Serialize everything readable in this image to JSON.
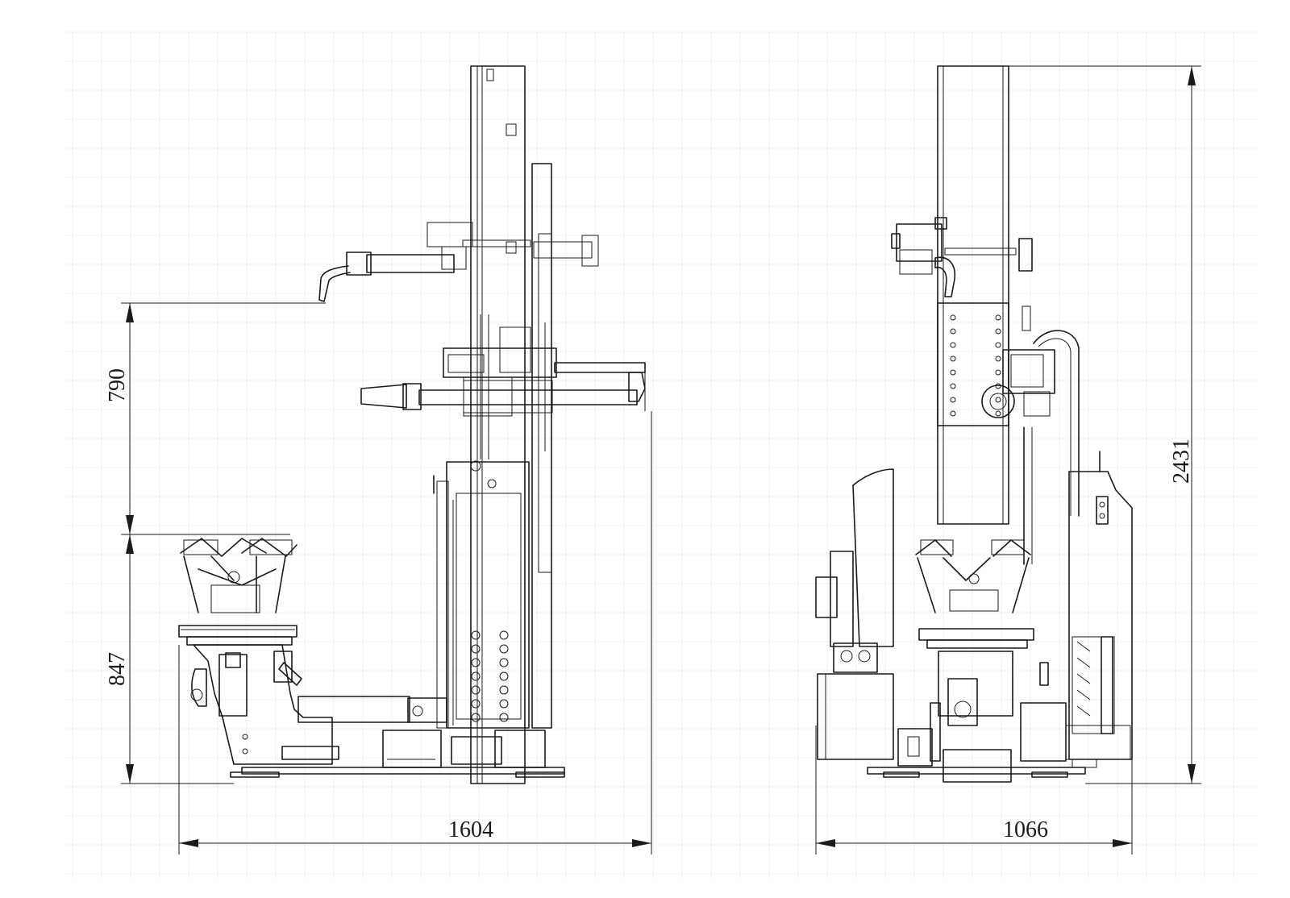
{
  "views": [
    {
      "name": "side-view"
    },
    {
      "name": "front-view"
    }
  ],
  "dimensions": {
    "upper_height": "790",
    "lower_height": "847",
    "side_width": "1604",
    "front_width": "1066",
    "total_height": "2431"
  },
  "colors": {
    "line": "#1a1a1a",
    "grid": "#f1f1f1",
    "background": "#ffffff"
  }
}
